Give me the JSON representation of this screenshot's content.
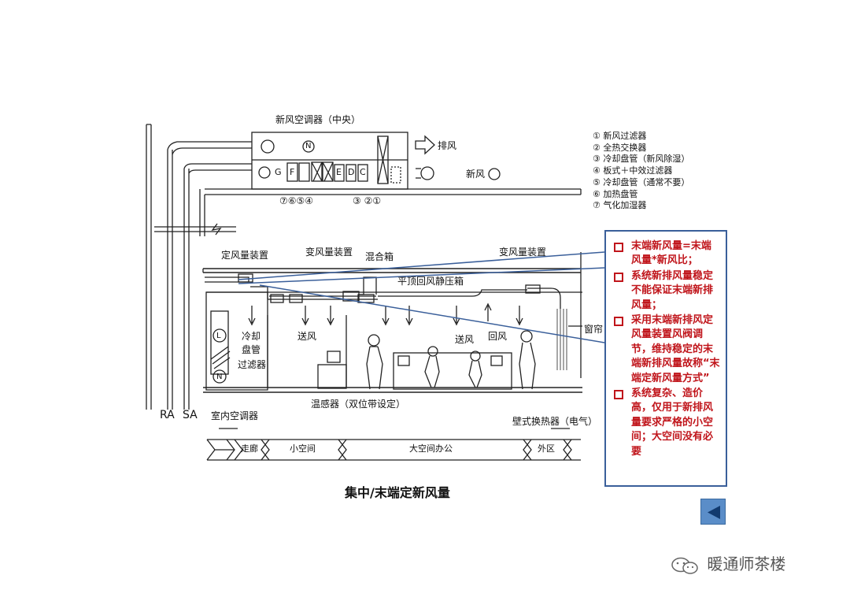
{
  "diagram": {
    "ahu_title": "新风空调器（中央）",
    "exhaust_label": "排风",
    "fresh_air_label": "新风",
    "coil_letters": [
      "G",
      "F",
      "E",
      "D",
      "C"
    ],
    "ahu_numbers_left": "⑦⑥⑤④",
    "ahu_numbers_right": "③ ②①",
    "legend": [
      "① 新风过滤器",
      "② 全热交换器",
      "③ 冷却盘管（新风除湿）",
      "④ 板式＋中效过滤器",
      "⑤ 冷却盘管（通常不要）",
      "⑥ 加热盘管",
      "⑦ 气化加湿器"
    ],
    "labels": {
      "cav": "定风量装置",
      "vav1": "变风量装置",
      "mixing_box": "混合箱",
      "vav2": "变风量装置",
      "plenum": "平顶回风静压箱",
      "cooling": "冷却",
      "coil": "盘管",
      "filter": "过滤器",
      "supply1": "送风",
      "supply2": "送风",
      "return": "回风",
      "curtain": "窗帘",
      "thermo": "温感器（双位带设定）",
      "indoor_ac": "室内空调器",
      "radiator": "壁式换热器（电气）",
      "ra": "RA",
      "sa": "SA",
      "fan_n": "N",
      "fan_l": "L"
    },
    "zones": [
      "走廊",
      "小空间",
      "大空间办公",
      "外区"
    ],
    "caption": "集中/末端定新风量"
  },
  "notes": [
    "末端新风量=末端风量*新风比；",
    "系统新排风量稳定不能保证末端新排风量；",
    "采用末端新排风定风量装置风阀调节，维持稳定的末端新排风量故称“末端定新风量方式”",
    "系统复杂、造价高，仅用于新排风量要求严格的小空间；大空间没有必要"
  ],
  "colors": {
    "note_text": "#c0151b",
    "note_border": "#3a5f9a",
    "back_button": "#5a8dc8"
  },
  "icons": {
    "back": "triangle-left-icon",
    "wechat": "wechat-icon"
  },
  "watermark": "暖通师茶楼"
}
